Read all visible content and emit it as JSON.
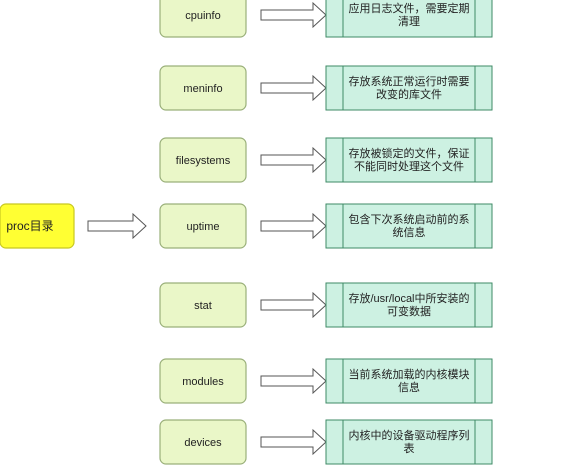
{
  "root": {
    "label": "proc目录",
    "fill": "#ffff33",
    "stroke": "#c8c820"
  },
  "colors": {
    "item_fill": "#eaf7c8",
    "item_stroke": "#9ab07a",
    "desc_fill": "#cdf1e2",
    "desc_stroke": "#3e8a66",
    "arrow_stroke": "#555555",
    "arrow_fill": "#ffffff"
  },
  "rows": [
    {
      "item": "cpuinfo",
      "desc": [
        "应用日志文件，需要定期",
        "清理"
      ]
    },
    {
      "item": "meninfo",
      "desc": [
        "存放系统正常运行时需要",
        "改变的库文件"
      ]
    },
    {
      "item": "filesystems",
      "desc": [
        "存放被锁定的文件，保证",
        "不能同时处理这个文件"
      ]
    },
    {
      "item": "uptime",
      "desc": [
        "包含下次系统启动前的系",
        "统信息"
      ]
    },
    {
      "item": "stat",
      "desc": [
        "存放/usr/local中所安装的",
        "可变数据"
      ]
    },
    {
      "item": "modules",
      "desc": [
        "当前系统加载的内核模块",
        "信息"
      ]
    },
    {
      "item": "devices",
      "desc": [
        "内核中的设备驱动程序列",
        "表"
      ]
    }
  ]
}
